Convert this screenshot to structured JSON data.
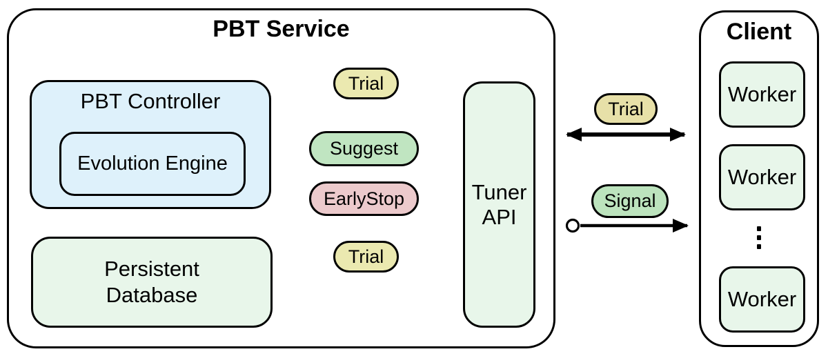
{
  "colors": {
    "background": "#ffffff",
    "border": "#000000",
    "controller_fill": "#def1fb",
    "green_box_fill": "#e8f6ea",
    "trial_pill_fill": "#ebe9b0",
    "trial_client_pill_fill": "#e7e0a8",
    "suggest_pill_fill": "#c0e5c1",
    "signal_pill_fill": "#bce3bd",
    "earlystop_pill_fill": "#eccacc"
  },
  "pbt_service": {
    "title": "PBT Service",
    "controller": {
      "label": "PBT Controller",
      "evolution_engine": {
        "label": "Evolution Engine"
      }
    },
    "persistent_database": {
      "label_line1": "Persistent",
      "label_line2": "Database"
    },
    "tuner_api": {
      "label_line1": "Tuner",
      "label_line2": "API"
    }
  },
  "interactions": {
    "trial_top": "Trial",
    "suggest": "Suggest",
    "earlystop": "EarlyStop",
    "trial_bottom": "Trial",
    "trial_client": "Trial",
    "signal": "Signal"
  },
  "client": {
    "title": "Client",
    "workers": [
      "Worker",
      "Worker",
      "Worker"
    ],
    "ellipsis_icon": "vertical-ellipsis"
  }
}
